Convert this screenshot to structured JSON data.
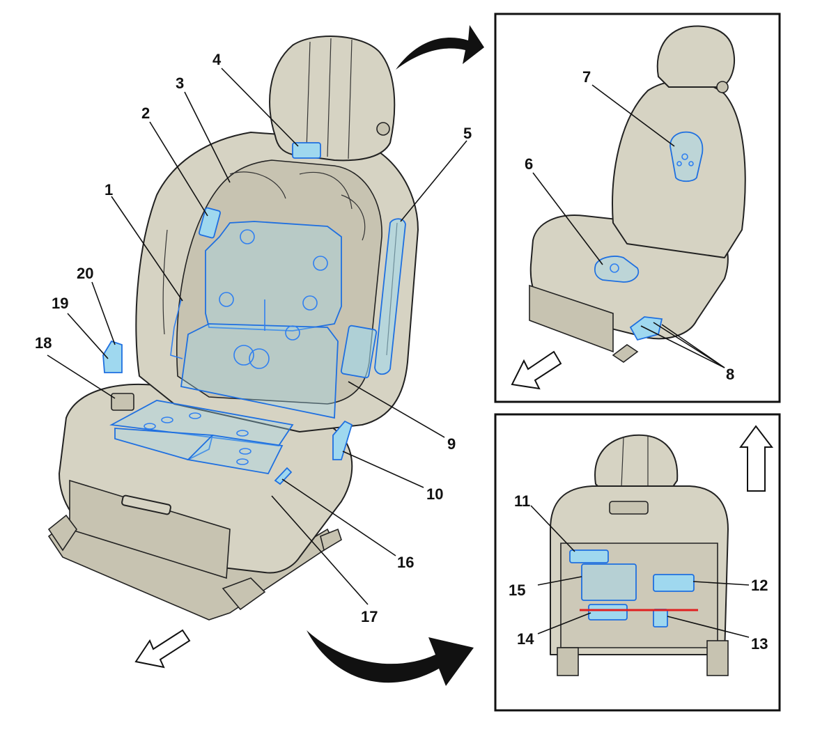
{
  "callouts": {
    "c1": "1",
    "c2": "2",
    "c3": "3",
    "c4": "4",
    "c5": "5",
    "c6": "6",
    "c7": "7",
    "c8": "8",
    "c9": "9",
    "c10": "10",
    "c11": "11",
    "c12": "12",
    "c13": "13",
    "c14": "14",
    "c15": "15",
    "c16": "16",
    "c17": "17",
    "c18": "18",
    "c19": "19",
    "c20": "20"
  },
  "colors": {
    "upholstery": "#d6d3c3",
    "component_fill": "#9fd8ef",
    "component_outline": "#1e6fe0",
    "harness_red": "#e02020"
  }
}
